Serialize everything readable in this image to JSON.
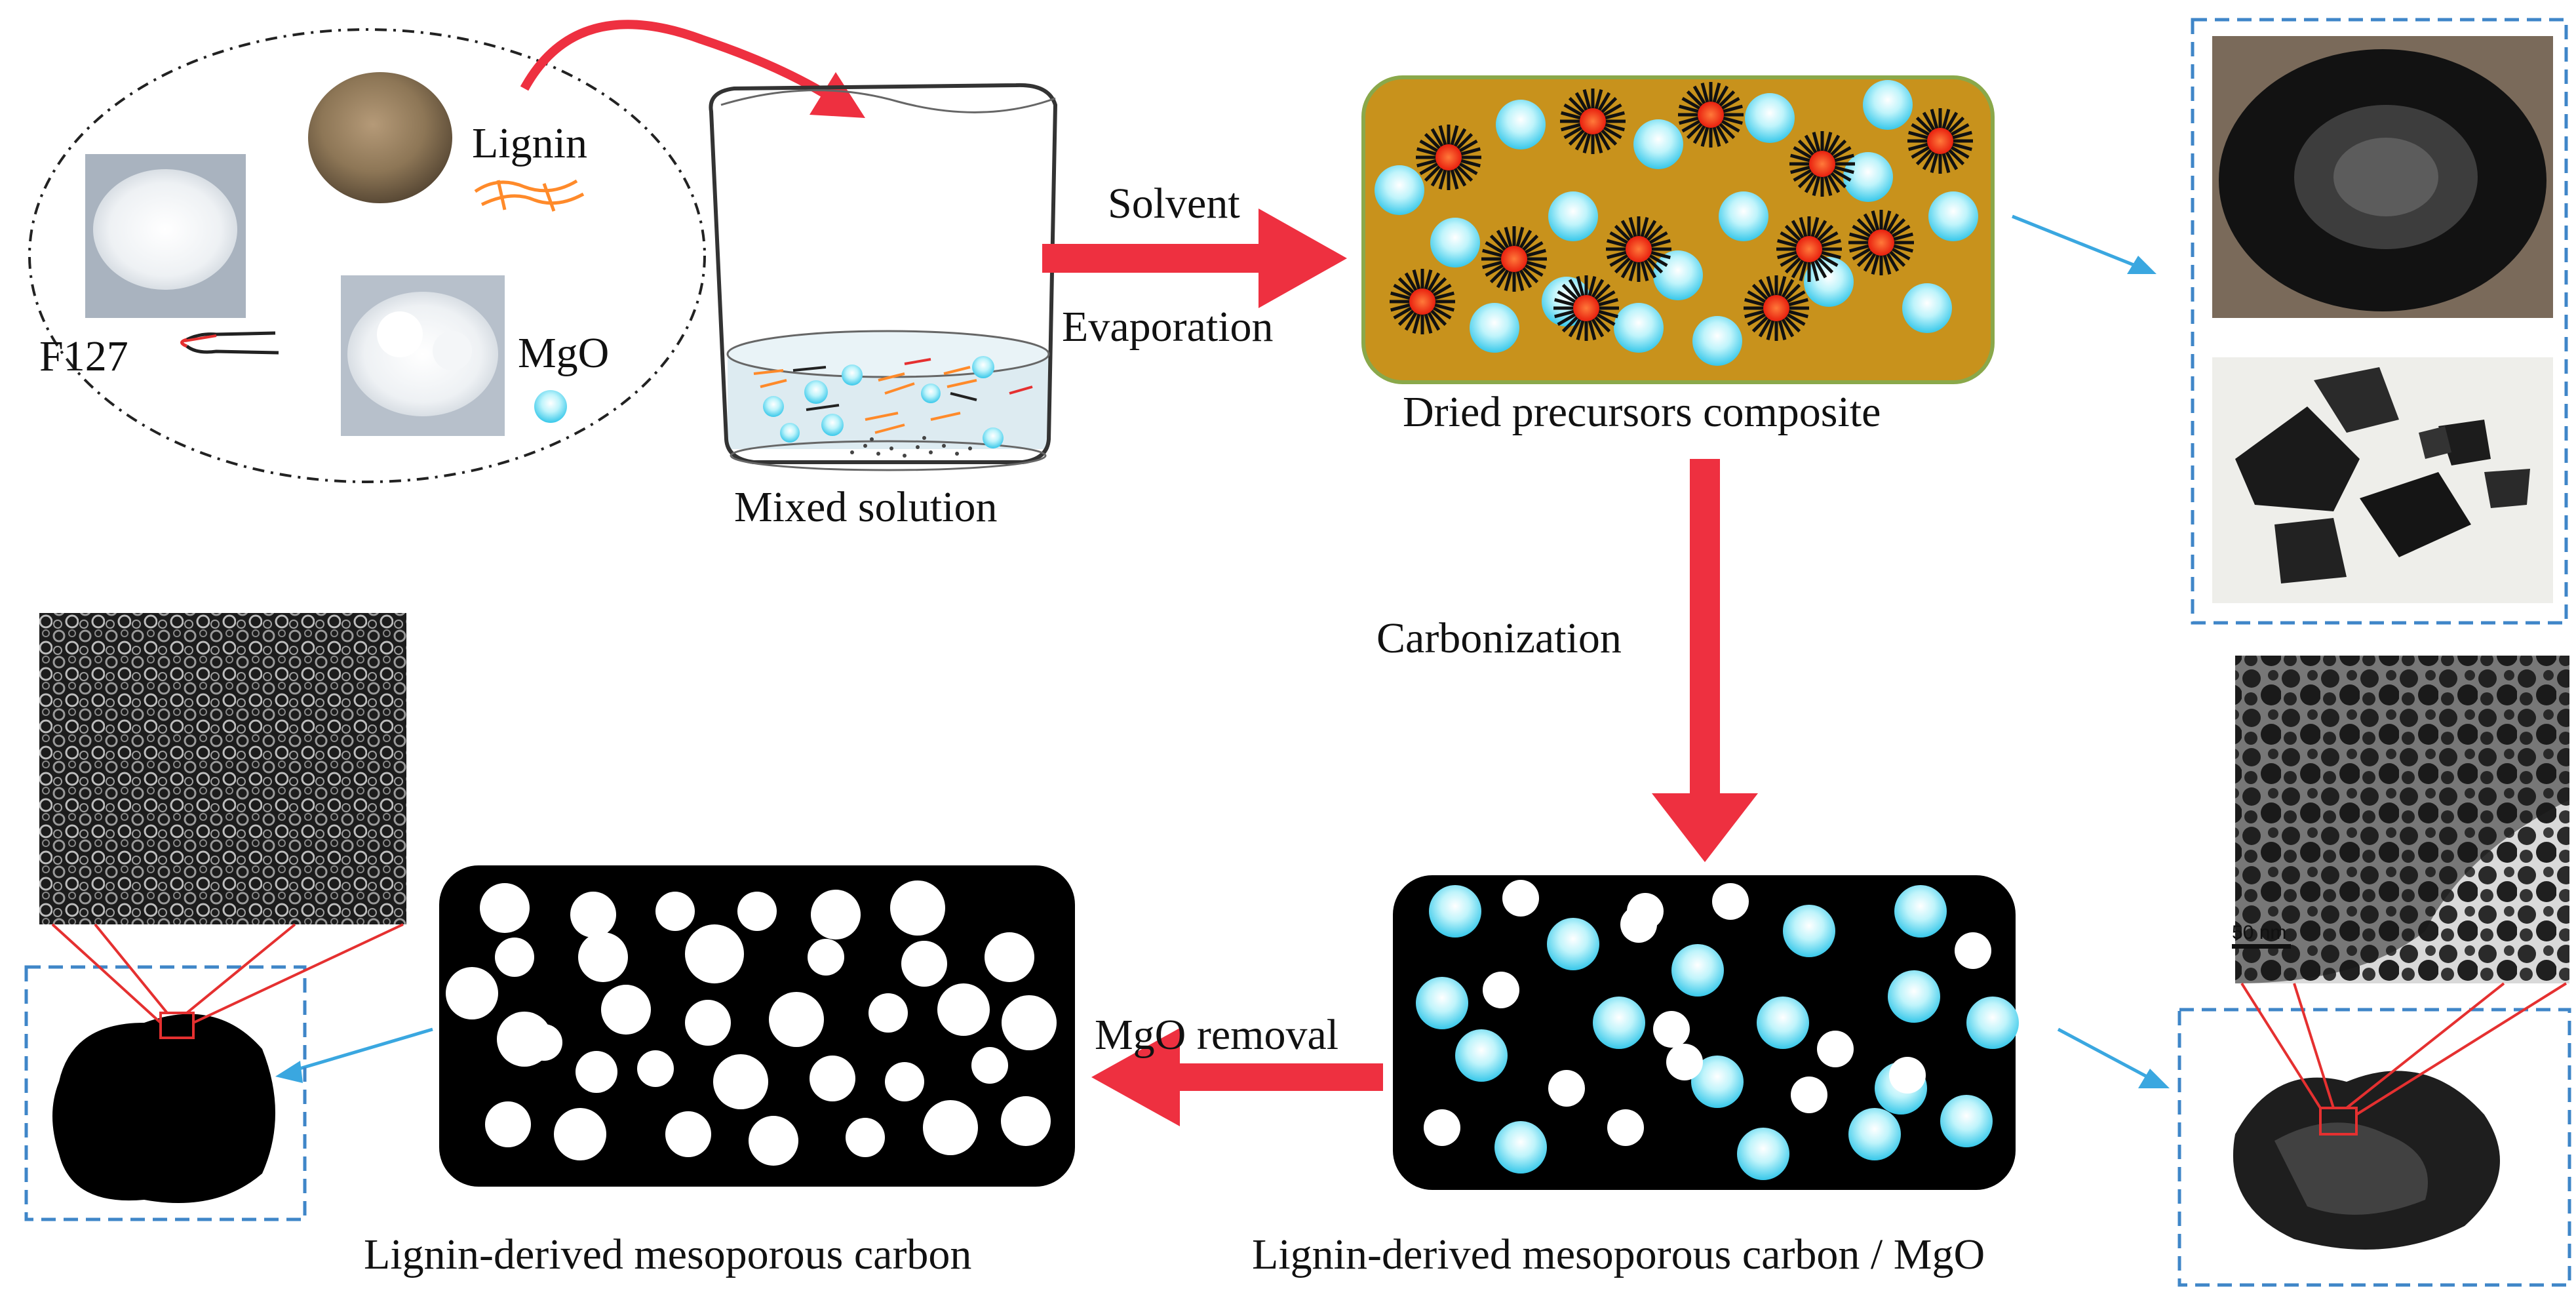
{
  "labels": {
    "lignin": "Lignin",
    "f127": "F127",
    "mgo": "MgO",
    "mixed_solution": "Mixed solution",
    "solvent": "Solvent",
    "evaporation": "Evaporation",
    "dried_composite": "Dried precursors composite",
    "carbonization": "Carbonization",
    "mgo_removal": "MgO removal",
    "carbon_mgo": "Lignin-derived mesoporous carbon / MgO",
    "mesoporous_carbon": "Lignin-derived mesoporous carbon",
    "scale_bar": "50 nm"
  },
  "colors": {
    "arrow_red": "#ee3040",
    "arrow_blue": "#3aa7e0",
    "composite_bg": "#c8921c",
    "sphere": "#7fe0f4",
    "micelle_core": "#ff4a1a",
    "fiber_orange": "#ff8a2a",
    "dashed_blue": "#3f86c8"
  },
  "icons": {
    "photo_f127": "white-powder-photo",
    "photo_lignin": "brown-powder-photo",
    "photo_mgo": "white-lumps-photo",
    "photo_dish": "black-film-dish-photo",
    "photo_fragments": "black-flakes-photo",
    "sem": "sem-micrograph",
    "tem": "tem-micrograph"
  }
}
